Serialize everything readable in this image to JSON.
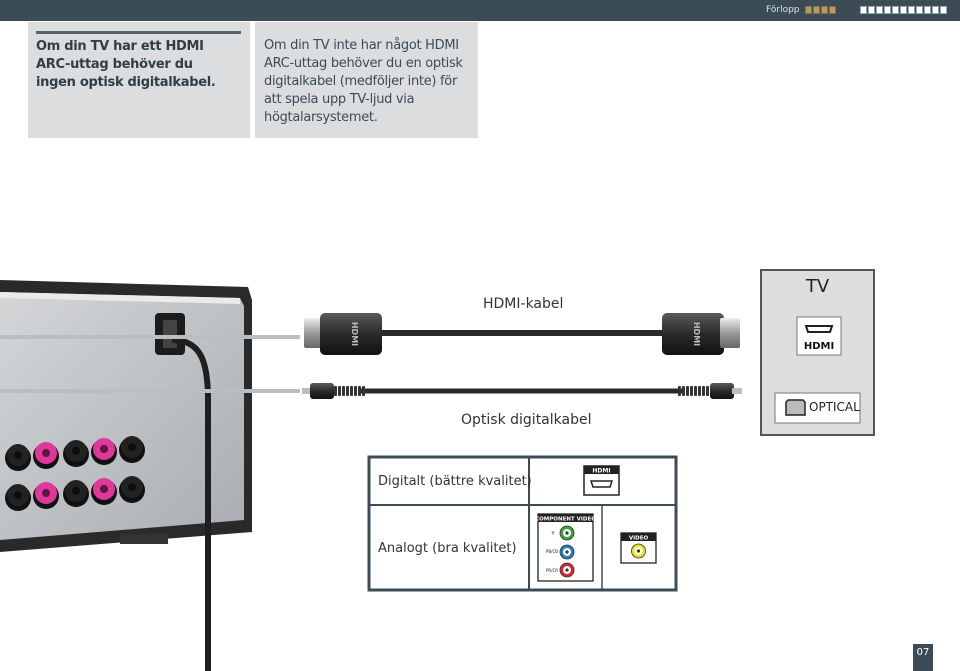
{
  "header": {
    "progress_label": "Förlopp",
    "progress_completed_steps": 4,
    "progress_total_steps": 15,
    "bar_color": "#3c4c57",
    "accent_color": "#b79b5d"
  },
  "notes": {
    "left": "Om din TV har ett HDMI ARC-uttag behöver du ingen optisk digitalkabel.",
    "right": "Om din TV inte har något HDMI ARC-uttag behöver du en optisk digitalkabel (medföljer inte) för att spela upp TV-ljud via högtalarsystemet."
  },
  "diagram": {
    "hdmi_cable_label": "HDMI-kabel",
    "optical_cable_label": "Optisk digitalkabel",
    "hdmi_plug_text": "HDMI",
    "tv": {
      "title": "TV",
      "hdmi_logo": "HDMI",
      "optical_label": "OPTICAL"
    },
    "receiver_speaker_terminal_colors": [
      "#e0389a",
      "#222222"
    ]
  },
  "table": {
    "digital_label": "Digitalt (bättre kvalitet)",
    "analog_label": "Analogt (bra kvalitet)",
    "hdmi_icon_label": "HDMI",
    "component_video_label": "COMPONENT VIDEO",
    "component_y": "Y",
    "component_pb": "PB/CB",
    "component_pr": "PR/CR",
    "composite_video_label": "VIDEO",
    "jack_colors": {
      "y": "#3aa537",
      "pb": "#1f7fc4",
      "pr": "#d9232f",
      "video": "#f2e01d"
    }
  },
  "page_number": "07"
}
